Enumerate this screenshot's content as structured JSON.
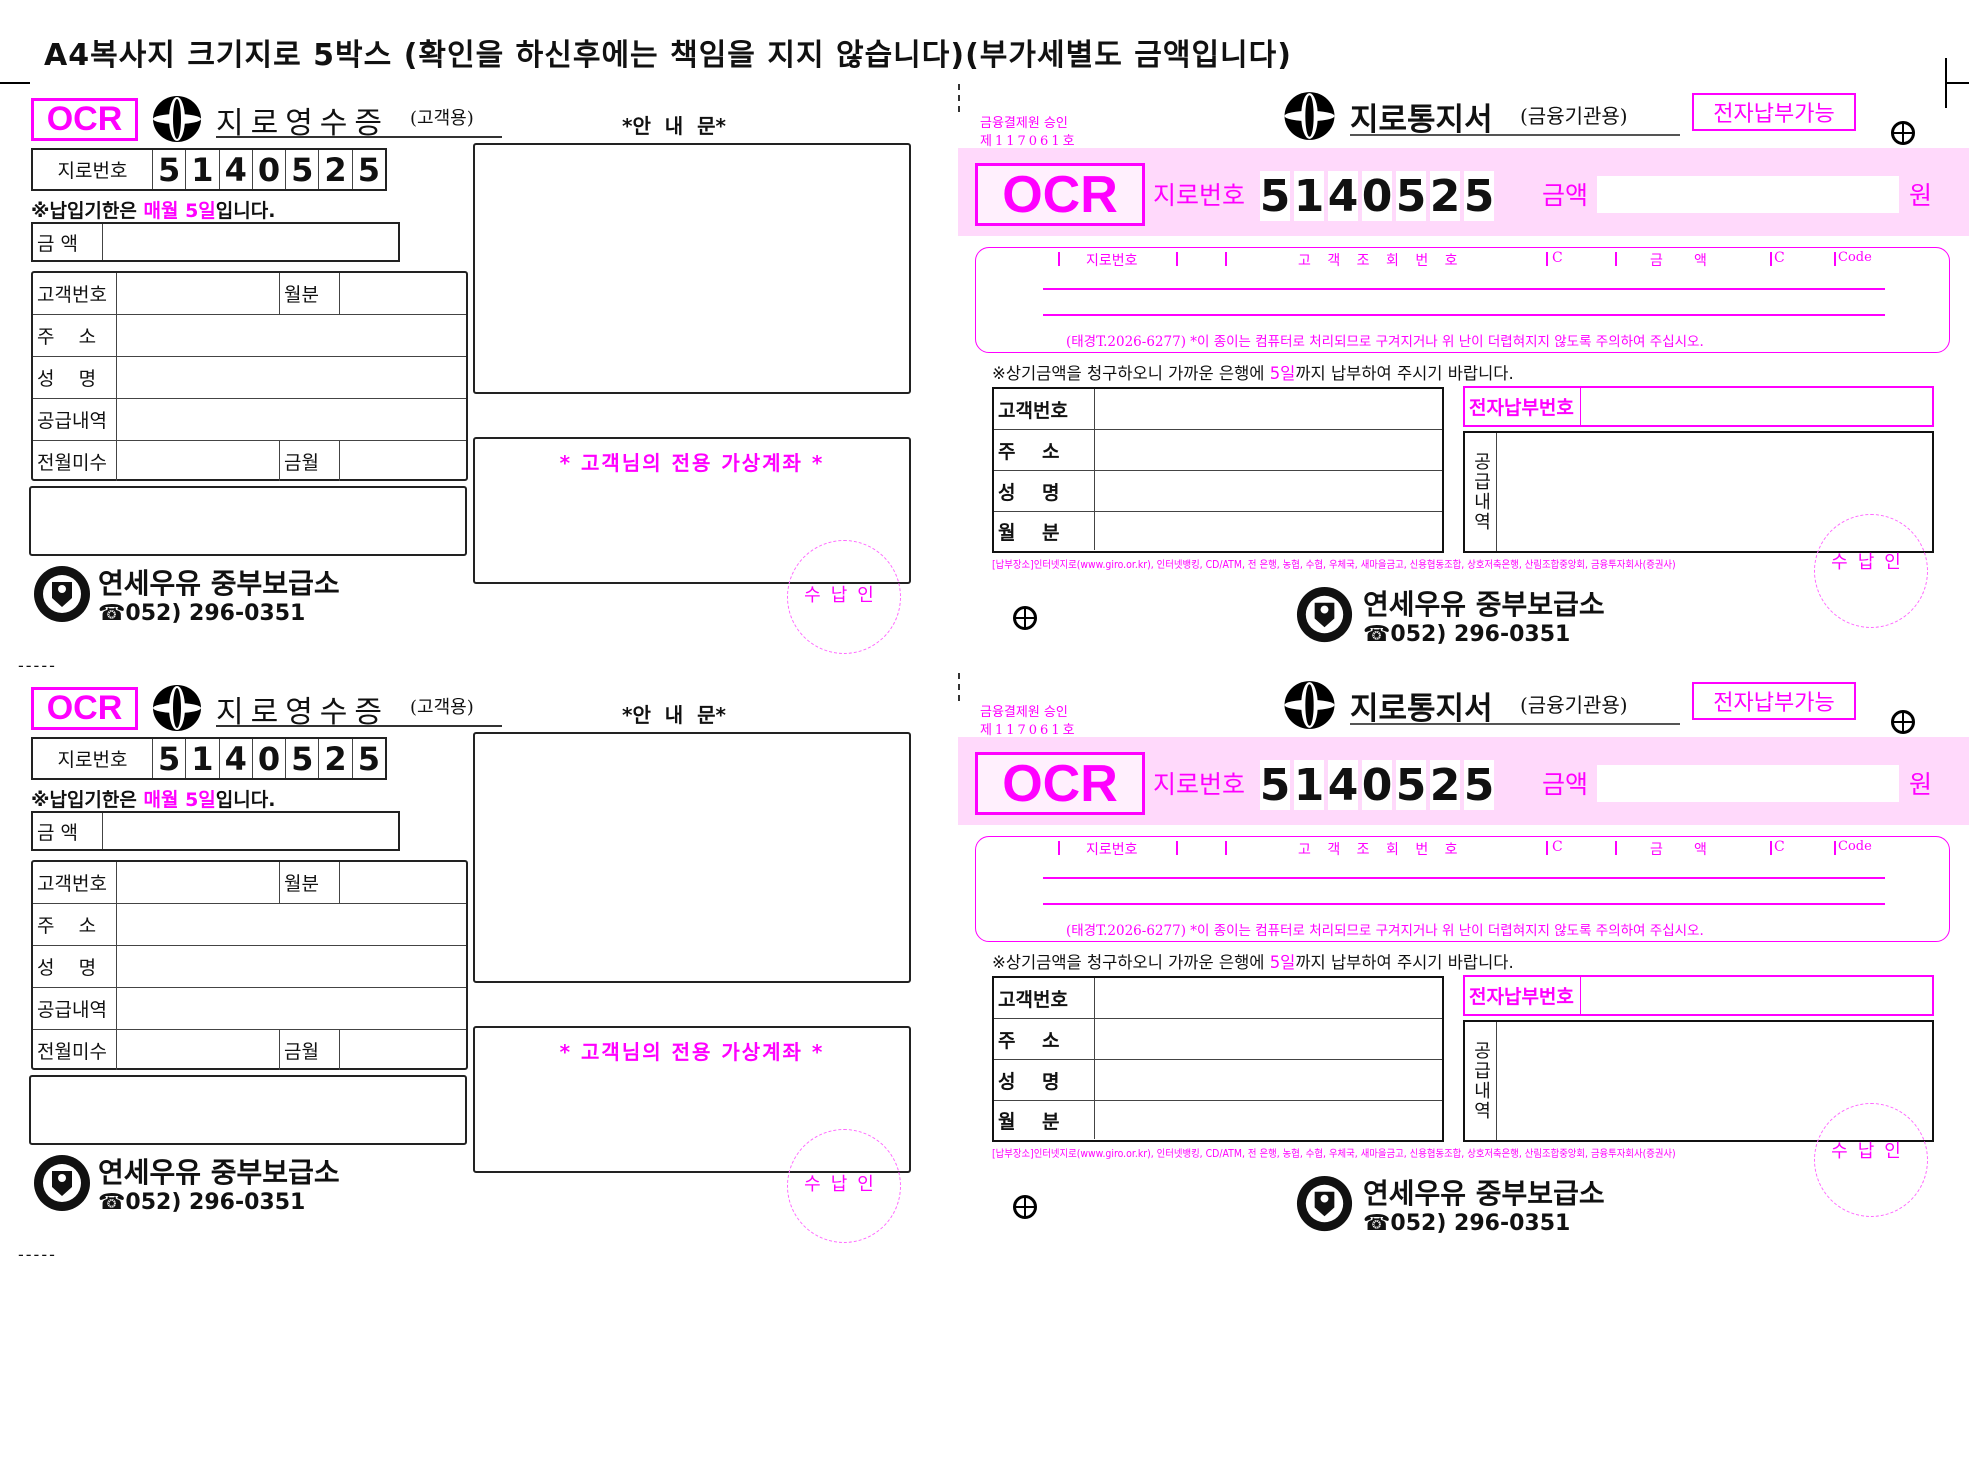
{
  "header": {
    "title": "A4복사지 크기지로 5박스 (확인을 하신후에는 책임을 지지 않습니다)(부가세별도 금액입니다)"
  },
  "divider": "-----",
  "receipt": {
    "ocr": "OCR",
    "title": "지로영수증",
    "subtitle": "(고객용)",
    "giro_label": "지로번호",
    "giro_digits": [
      "5",
      "1",
      "4",
      "0",
      "5",
      "2",
      "5"
    ],
    "deadline_prefix": "※납입기한은 ",
    "deadline_highlight": "매월 5일",
    "deadline_suffix": "입니다.",
    "amount_label": "금 액",
    "rows": {
      "customer_no": "고객번호",
      "month": "월분",
      "address": "주    소",
      "name": "성    명",
      "supply": "공급내역",
      "prev_unpaid": "전월미수",
      "this_month": "금월"
    },
    "notice_title": "*안  내  문*",
    "virtual_account": "* 고객님의 전용 가상계좌 *",
    "stamp": "수납인",
    "company": "연세우유 중부보급소",
    "phone": "☎052) 296-0351"
  },
  "notice": {
    "approval": "금융결제원 승인",
    "approval_no": "제117061호",
    "title": "지로통지서",
    "subtitle": "(금융기관용)",
    "epay_possible": "전자납부가능",
    "ocr": "OCR",
    "giro_label": "지로번호",
    "giro_digits": [
      "5",
      "1",
      "4",
      "0",
      "5",
      "2",
      "5"
    ],
    "amount_label": "금액",
    "won": "원",
    "ocr_headers": {
      "giro": "지로번호",
      "lookup": "고 객 조 회 번 호",
      "c1": "C",
      "amount": "금       액",
      "c2": "C",
      "code": "Code"
    },
    "ocr_footer": "(태경T.2026-6277) *이 종이는 컴퓨터로 처리되므로 구겨지거나 위 난이 더렵혀지지 않도록 주의하여 주십시오.",
    "request_prefix": "※상기금액을 청구하오니 가까운 은행에 ",
    "request_highlight": "5일",
    "request_suffix": "까지 납부하여 주시기 바랍니다.",
    "rows": {
      "customer_no": "고객번호",
      "address": "주    소",
      "name": "성    명",
      "month": "월    분"
    },
    "epay_no_label": "전자납부번호",
    "supply_label": "공급내역",
    "payment_places": "[납부장소]인터넷지로(www.giro.or.kr), 인터넷뱅킹, CD/ATM, 전 은행, 농협, 수협, 우체국, 새마을금고, 신용협동조합, 상호저축은행, 산림조합중앙회, 금융투자회사(증권사)",
    "stamp": "수납인",
    "company": "연세우유 중부보급소",
    "phone": "☎052) 296-0351"
  },
  "colors": {
    "accent": "#ff00ff",
    "band": "#ffd9fb"
  }
}
